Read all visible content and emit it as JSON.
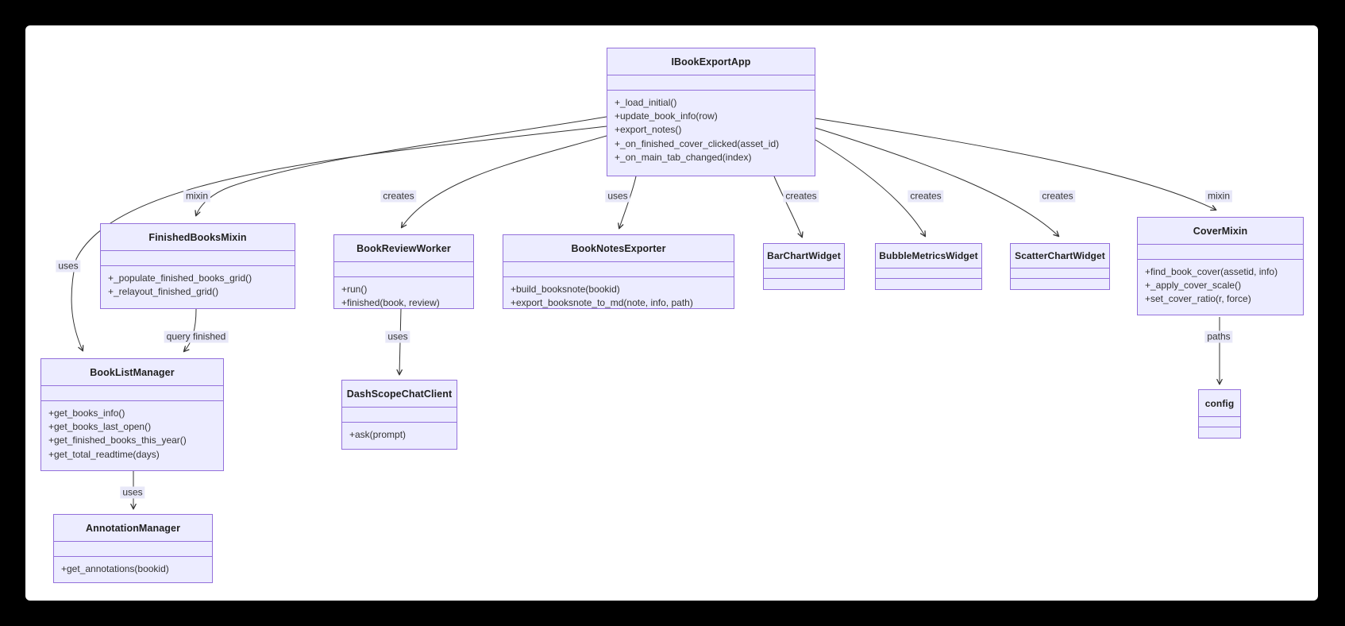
{
  "diagram": {
    "type": "uml-class-diagram",
    "colors": {
      "page_bg": "#000000",
      "canvas_bg": "#ffffff",
      "box_fill": "#ECECFF",
      "box_border": "#9370DB",
      "edge_line": "#333333",
      "edge_label_bg": "#e8e8f8",
      "text": "#333333"
    },
    "classes": [
      {
        "name": "IBookExportApp",
        "attributes": [],
        "methods": [
          "+_load_initial()",
          "+update_book_info(row)",
          "+export_notes()",
          "+_on_finished_cover_clicked(asset_id)",
          "+_on_main_tab_changed(index)"
        ]
      },
      {
        "name": "FinishedBooksMixin",
        "attributes": [],
        "methods": [
          "+_populate_finished_books_grid()",
          "+_relayout_finished_grid()"
        ]
      },
      {
        "name": "BookReviewWorker",
        "attributes": [],
        "methods": [
          "+run()",
          "+finished(book, review)"
        ]
      },
      {
        "name": "BookNotesExporter",
        "attributes": [],
        "methods": [
          "+build_booksnote(bookid)",
          "+export_booksnote_to_md(note, info, path)"
        ]
      },
      {
        "name": "BarChartWidget",
        "attributes": [],
        "methods": []
      },
      {
        "name": "BubbleMetricsWidget",
        "attributes": [],
        "methods": []
      },
      {
        "name": "ScatterChartWidget",
        "attributes": [],
        "methods": []
      },
      {
        "name": "CoverMixin",
        "attributes": [],
        "methods": [
          "+find_book_cover(assetid, info)",
          "+_apply_cover_scale()",
          "+set_cover_ratio(r, force)"
        ]
      },
      {
        "name": "BookListManager",
        "attributes": [],
        "methods": [
          "+get_books_info()",
          "+get_books_last_open()",
          "+get_finished_books_this_year()",
          "+get_total_readtime(days)"
        ]
      },
      {
        "name": "DashScopeChatClient",
        "attributes": [],
        "methods": [
          "+ask(prompt)"
        ]
      },
      {
        "name": "config",
        "attributes": [],
        "methods": []
      },
      {
        "name": "AnnotationManager",
        "attributes": [],
        "methods": [
          "+get_annotations(bookid)"
        ]
      }
    ],
    "edges": [
      {
        "from": "IBookExportApp",
        "to": "FinishedBooksMixin",
        "label": "mixin"
      },
      {
        "from": "IBookExportApp",
        "to": "BookReviewWorker",
        "label": "creates"
      },
      {
        "from": "IBookExportApp",
        "to": "BookNotesExporter",
        "label": "uses"
      },
      {
        "from": "IBookExportApp",
        "to": "BarChartWidget",
        "label": "creates"
      },
      {
        "from": "IBookExportApp",
        "to": "BubbleMetricsWidget",
        "label": "creates"
      },
      {
        "from": "IBookExportApp",
        "to": "ScatterChartWidget",
        "label": "creates"
      },
      {
        "from": "IBookExportApp",
        "to": "CoverMixin",
        "label": "mixin"
      },
      {
        "from": "IBookExportApp",
        "to": "BookListManager",
        "label": "uses"
      },
      {
        "from": "FinishedBooksMixin",
        "to": "BookListManager",
        "label": "query finished"
      },
      {
        "from": "BookReviewWorker",
        "to": "DashScopeChatClient",
        "label": "uses"
      },
      {
        "from": "BookListManager",
        "to": "AnnotationManager",
        "label": "uses"
      },
      {
        "from": "CoverMixin",
        "to": "config",
        "label": "paths"
      }
    ]
  }
}
